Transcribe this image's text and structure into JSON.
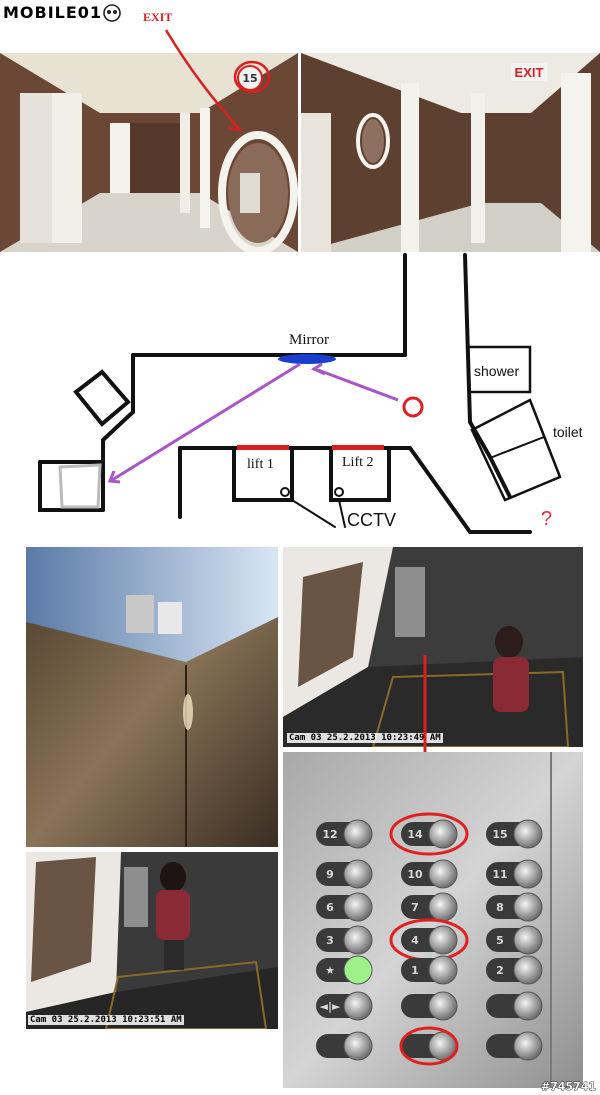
{
  "header": {
    "logo_text": "MOBILE01",
    "exit_note": "EXIT"
  },
  "photos": {
    "left_exit_sign_text": "EXIT",
    "floor_sign_number": "15"
  },
  "diagram": {
    "mirror_label": "Mirror",
    "shower_label": "shower",
    "toilet_label": "toilet",
    "lift1_label": "lift 1",
    "lift2_label": "Lift 2",
    "cctv_label": "CCTV",
    "unknown_mark": "?",
    "colors": {
      "path_arrow": "#a855c8",
      "mirror": "#1a3fd0",
      "lift_door": "#d81e1e",
      "circle": "#e02020"
    }
  },
  "cctv": {
    "stamp_1": "Cam 03 25.2.2013 10:23:49 AM",
    "stamp_2": "Cam 03 25.2.2013 10:23:51 AM"
  },
  "panel": {
    "buttons": [
      "12",
      "14",
      "15",
      "9",
      "10",
      "11",
      "6",
      "7",
      "8",
      "3",
      "4",
      "5",
      "★",
      "1",
      "2",
      "◄|►",
      "",
      "",
      "",
      "",
      ""
    ],
    "circled": [
      "14",
      "4"
    ]
  },
  "footer": {
    "post_id": "#745741"
  }
}
